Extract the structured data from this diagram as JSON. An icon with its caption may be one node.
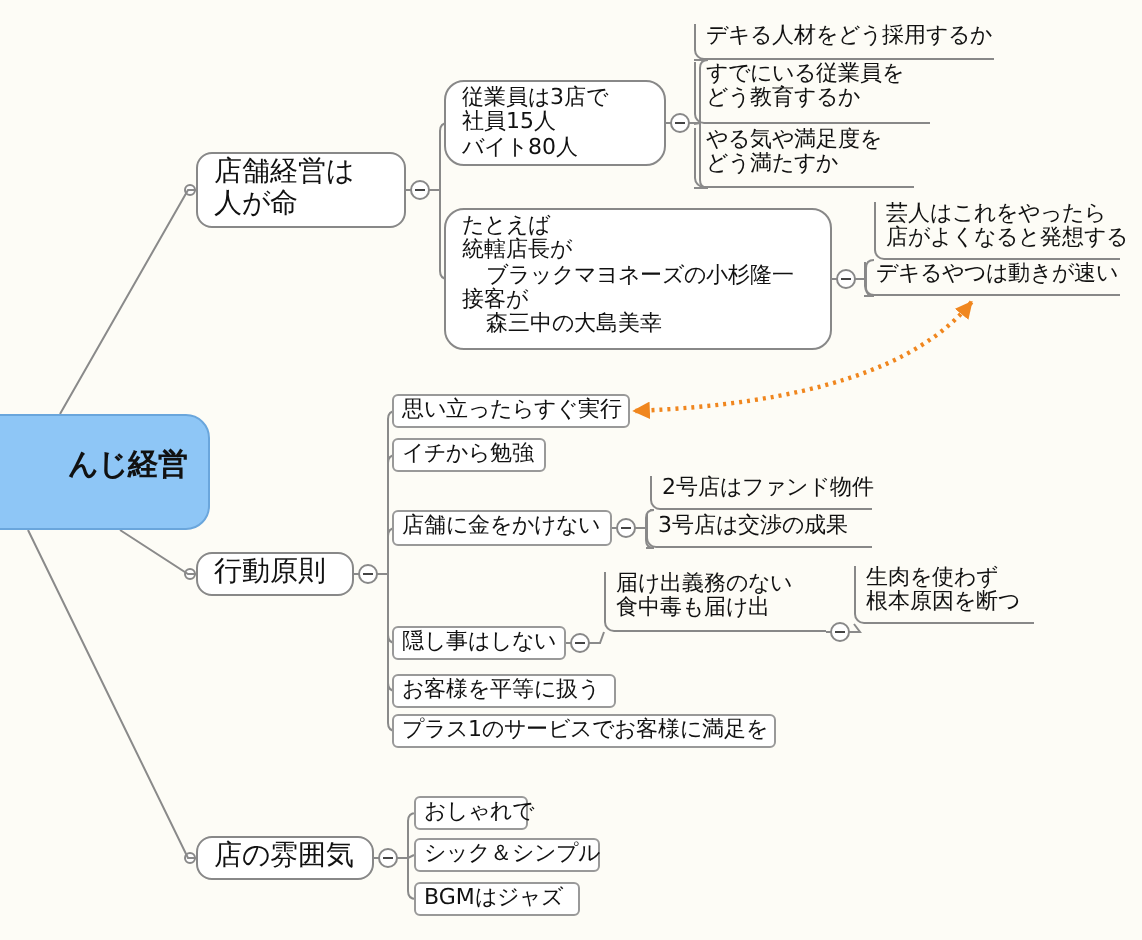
{
  "diagram": {
    "nodes": [
      {
        "text": [
          "んじ経営"
        ]
      },
      {
        "text": [
          "店舗経営は人が命"
        ]
      },
      {
        "text": [
          "従業員は3店で",
          "社員15人",
          "バイト80人"
        ]
      },
      {
        "text": [
          "デキる人材をどう採用するか"
        ]
      },
      {
        "text": [
          "すでにいる従業員をどう教育するか"
        ]
      },
      {
        "text": [
          "やる気や満足度をどう満たすか"
        ]
      },
      {
        "text": [
          "たとえば",
          "統轄店長が",
          "ブラックマヨネーズの小杉隆一",
          "接客が",
          "森三中の大島美幸"
        ]
      },
      {
        "text": [
          "芸人はこれをやったら店がよくなると発想する"
        ]
      },
      {
        "text": [
          "デキるやつは動きが速い"
        ]
      },
      {
        "text": [
          "行動原則"
        ]
      },
      {
        "text": [
          "思い立ったらすぐ実行"
        ]
      },
      {
        "text": [
          "イチから勉強"
        ]
      },
      {
        "text": [
          "店舗に金をかけない"
        ]
      },
      {
        "text": [
          "2号店はファンド物件"
        ]
      },
      {
        "text": [
          "3号店は交渉の成果"
        ]
      },
      {
        "text": [
          "隠し事はしない"
        ]
      },
      {
        "text": [
          "届け出義務のない食中毒も届け出"
        ]
      },
      {
        "text": [
          "生肉を使わず根本原因を断つ"
        ]
      },
      {
        "text": [
          "お客様を平等に扱う"
        ]
      },
      {
        "text": [
          "プラス1のサービスでお客様に満足を"
        ]
      },
      {
        "text": [
          "店の雰囲気"
        ]
      },
      {
        "text": [
          "おしゃれで"
        ]
      },
      {
        "text": [
          "シック＆シンプル"
        ]
      },
      {
        "text": [
          "BGMはジャズ"
        ]
      }
    ],
    "edges": [
      {
        "from": 0,
        "to": 1,
        "arrow": "none"
      },
      {
        "from": 0,
        "to": 9,
        "arrow": "none"
      },
      {
        "from": 0,
        "to": 20,
        "arrow": "none"
      },
      {
        "from": 1,
        "to": 2,
        "arrow": "none"
      },
      {
        "from": 1,
        "to": 6,
        "arrow": "none"
      },
      {
        "from": 2,
        "to": 3,
        "arrow": "none"
      },
      {
        "from": 2,
        "to": 4,
        "arrow": "none"
      },
      {
        "from": 2,
        "to": 5,
        "arrow": "none"
      },
      {
        "from": 6,
        "to": 7,
        "arrow": "none"
      },
      {
        "from": 6,
        "to": 8,
        "arrow": "none"
      },
      {
        "from": 9,
        "to": 10,
        "arrow": "none"
      },
      {
        "from": 9,
        "to": 11,
        "arrow": "none"
      },
      {
        "from": 9,
        "to": 12,
        "arrow": "none"
      },
      {
        "from": 9,
        "to": 15,
        "arrow": "none"
      },
      {
        "from": 9,
        "to": 18,
        "arrow": "none"
      },
      {
        "from": 9,
        "to": 19,
        "arrow": "none"
      },
      {
        "from": 12,
        "to": 13,
        "arrow": "none"
      },
      {
        "from": 12,
        "to": 14,
        "arrow": "none"
      },
      {
        "from": 15,
        "to": 16,
        "arrow": "none"
      },
      {
        "from": 16,
        "to": 17,
        "arrow": "none"
      },
      {
        "from": 20,
        "to": 21,
        "arrow": "none"
      },
      {
        "from": 20,
        "to": 22,
        "arrow": "none"
      },
      {
        "from": 20,
        "to": 23,
        "arrow": "none"
      },
      {
        "from": 8,
        "to": 10,
        "arrow": "both",
        "style": "dashed",
        "color": "#f0861e"
      }
    ]
  }
}
